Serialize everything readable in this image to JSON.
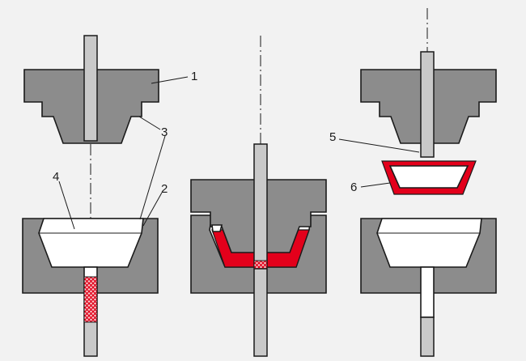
{
  "diagram": {
    "callouts": [
      {
        "id": "1",
        "label": "1"
      },
      {
        "id": "2",
        "label": "2"
      },
      {
        "id": "3",
        "label": "3"
      },
      {
        "id": "4",
        "label": "4"
      },
      {
        "id": "5",
        "label": "5"
      },
      {
        "id": "6",
        "label": "6"
      }
    ],
    "colors": {
      "background": "#f2f2f2",
      "mold_steel": "#8c8c8c",
      "rod": "#c9c9c9",
      "cavity": "#ffffff",
      "molding_material": "#e3001b",
      "outline": "#1a1a1a"
    }
  }
}
